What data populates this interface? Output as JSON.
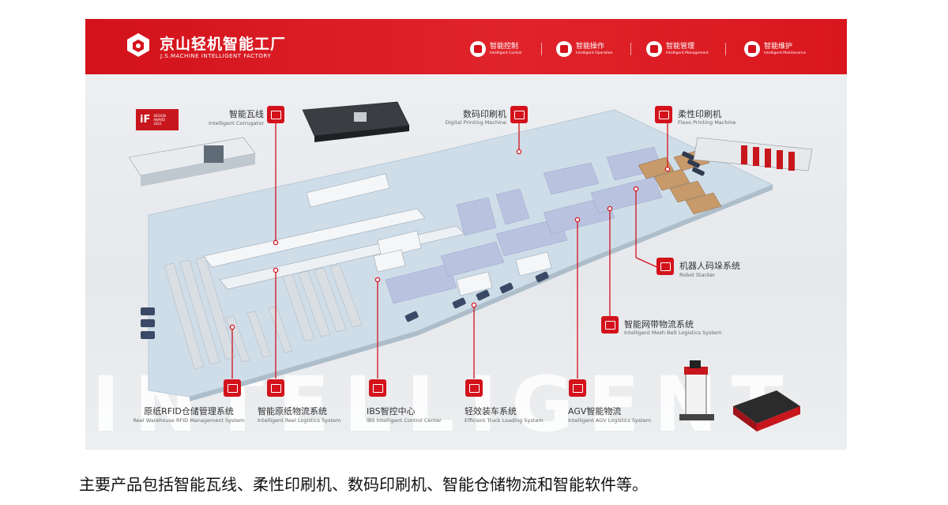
{
  "header": {
    "logo_zh": "京山轻机智能工厂",
    "logo_en": "J.S.MACHINE INTELLIGENT FACTORY",
    "nav": [
      {
        "zh": "智能控制",
        "en": "Intelligent Control",
        "icon": "control-gear-icon"
      },
      {
        "zh": "智能操作",
        "en": "Intelligent Operation",
        "icon": "operator-icon"
      },
      {
        "zh": "智能管理",
        "en": "Intelligent Management",
        "icon": "management-icon"
      },
      {
        "zh": "智能维护",
        "en": "Intelligent Maintenance",
        "icon": "maintenance-gear-icon"
      }
    ]
  },
  "award": {
    "text": "iF",
    "sub1": "DESIGN",
    "sub2": "AWARD",
    "sub3": "2022"
  },
  "watermark": "INTELLIGENT",
  "labels": {
    "corrugator": {
      "zh": "智能瓦线",
      "en": "Intelligent Corrugator"
    },
    "digital": {
      "zh": "数码印刷机",
      "en": "Digital Printing Machine"
    },
    "flexo": {
      "zh": "柔性印刷机",
      "en": "Flexo Printing Machine"
    },
    "stacker": {
      "zh": "机器人码垛系统",
      "en": "Robot Stacker"
    },
    "meshbelt": {
      "zh": "智能网带物流系统",
      "en": "Intelligent Mesh Belt Logistics System"
    },
    "rfid": {
      "zh": "原纸RFID仓储管理系统",
      "en": "Reel Warehouse RFID Management System"
    },
    "reel": {
      "zh": "智能原纸物流系统",
      "en": "Intelligent Reel Logistics System"
    },
    "ibs": {
      "zh": "IBS智控中心",
      "en": "IBS Intelligent Control Center"
    },
    "truck": {
      "zh": "轻效装车系统",
      "en": "Efficient Truck Loading System"
    },
    "agv": {
      "zh": "AGV智能物流",
      "en": "Intelligent AGV Logistics System"
    }
  },
  "colors": {
    "brand_red": "#d3121b"
  },
  "caption": "主要产品包括智能瓦线、柔性印刷机、数码印刷机、智能仓储物流和智能软件等。"
}
